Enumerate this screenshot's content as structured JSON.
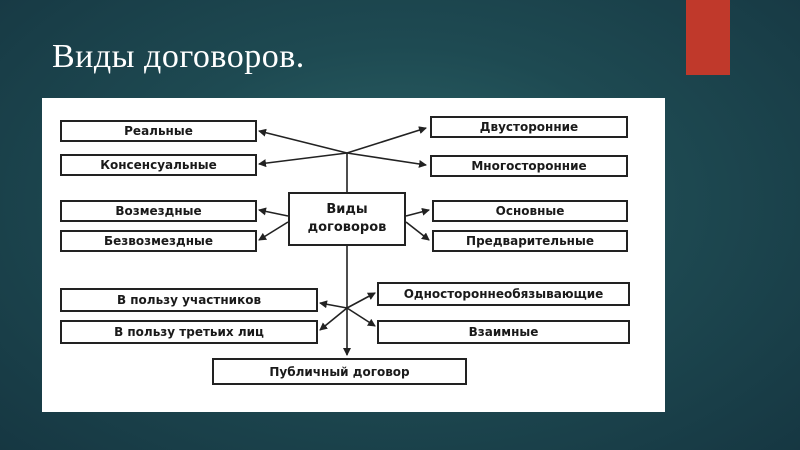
{
  "slide": {
    "title": "Виды договоров.",
    "accent_color": "#c0392b",
    "background_color": "#1e4a52"
  },
  "diagram": {
    "center": {
      "line1": "Виды",
      "line2": "договоров"
    },
    "left_boxes": [
      "Реальные",
      "Консенсуальные",
      "Возмездные",
      "Безвозмездные",
      "В пользу участников",
      "В пользу третьих лиц"
    ],
    "right_boxes": [
      "Двусторонние",
      "Многосторонние",
      "Основные",
      "Предварительные",
      "Одностороннеобязывающие",
      "Взаимные"
    ],
    "bottom_box": "Публичный договор"
  }
}
